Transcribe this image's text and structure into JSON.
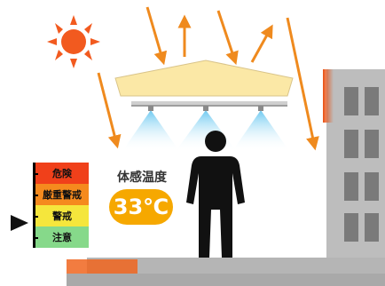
{
  "heat_meter": {
    "levels": [
      {
        "label": "危険",
        "color": "#f0401a"
      },
      {
        "label": "厳重警戒",
        "color": "#f58a1e"
      },
      {
        "label": "警戒",
        "color": "#f5e63c"
      },
      {
        "label": "注意",
        "color": "#86d98a"
      }
    ],
    "current_level": "警戒"
  },
  "sensory_temperature": {
    "title": "体感温度",
    "value": "33℃"
  },
  "colors": {
    "sun": "#f25a1f",
    "arrows": "#ef8a1e",
    "awning": "#fbe8a6",
    "building": "#b9b9b9",
    "mist": "#8fd6f5",
    "badge": "#f6a800"
  }
}
